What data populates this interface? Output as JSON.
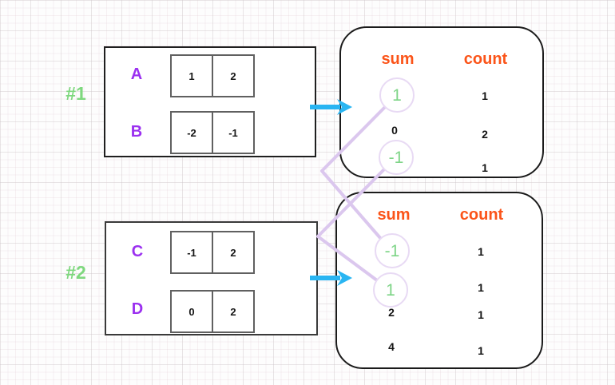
{
  "colors": {
    "purple_array_name": "#9b30f0",
    "green_highlight": "#7ed87e",
    "orange_header": "#fb5419",
    "cyan_arrow": "#29b5f2",
    "lavender_connector": "#dbc7ee",
    "circle_outline": "#e8daf4"
  },
  "example1": {
    "label": "#1",
    "array_a": {
      "name": "A",
      "values": [
        "1",
        "2"
      ]
    },
    "array_b": {
      "name": "B",
      "values": [
        "-2",
        "-1"
      ]
    },
    "table": {
      "sum_header": "sum",
      "count_header": "count",
      "sums": [
        "1",
        "0",
        "-1"
      ],
      "counts": [
        "1",
        "2",
        "1"
      ],
      "highlighted_sums": [
        "1",
        "-1"
      ]
    }
  },
  "example2": {
    "label": "#2",
    "array_c": {
      "name": "C",
      "values": [
        "-1",
        "2"
      ]
    },
    "array_d": {
      "name": "D",
      "values": [
        "0",
        "2"
      ]
    },
    "table": {
      "sum_header": "sum",
      "count_header": "count",
      "sums": [
        "-1",
        "1",
        "2",
        "4"
      ],
      "counts": [
        "1",
        "1",
        "1",
        "1"
      ],
      "highlighted_sums": [
        "-1",
        "1"
      ]
    }
  },
  "connections": [
    {
      "from_table": "#1",
      "from_sum": "1",
      "to_table": "#2",
      "to_sum": "-1"
    },
    {
      "from_table": "#1",
      "from_sum": "-1",
      "to_table": "#2",
      "to_sum": "1"
    }
  ]
}
